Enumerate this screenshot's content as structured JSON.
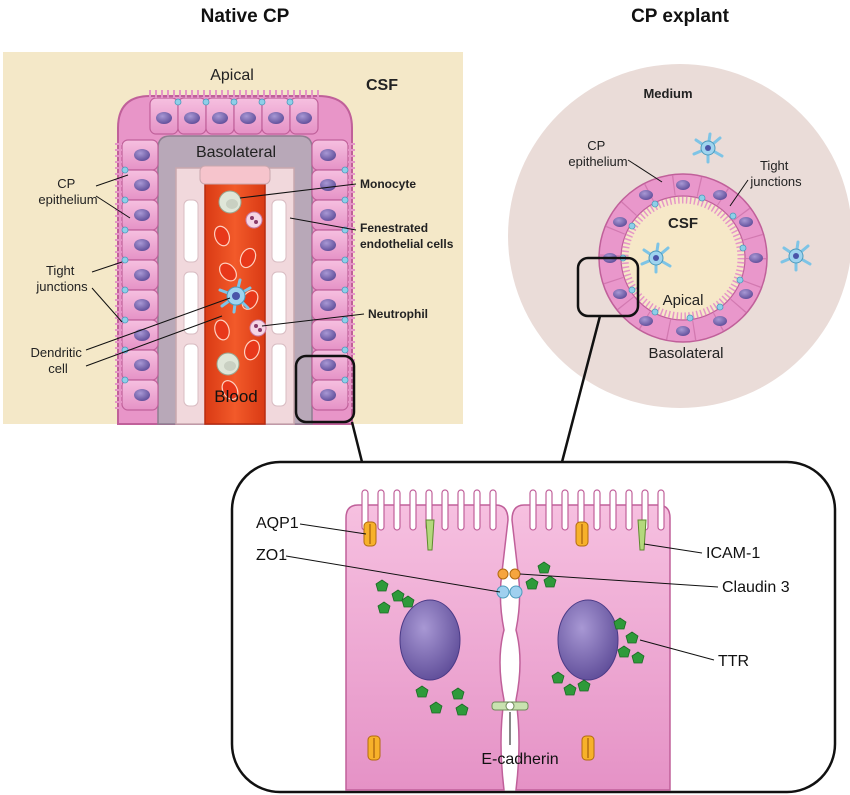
{
  "panels": {
    "native_title": "Native CP",
    "explant_title": "CP explant"
  },
  "native": {
    "apical": "Apical",
    "csf": "CSF",
    "basolateral": "Basolateral",
    "cp_epithelium": [
      "CP",
      "epithelium"
    ],
    "tight_junctions": [
      "Tight",
      "junctions"
    ],
    "dendritic_cell": [
      "Dendritic",
      "cell"
    ],
    "monocyte": "Monocyte",
    "fenestrated": [
      "Fenestrated",
      "endothelial cells"
    ],
    "neutrophil": "Neutrophil",
    "blood": "Blood"
  },
  "explant": {
    "medium": "Medium",
    "cp_epithelium": [
      "CP",
      "epithelium"
    ],
    "tight_junctions": [
      "Tight",
      "junctions"
    ],
    "csf": "CSF",
    "apical": "Apical",
    "basolateral": "Basolateral"
  },
  "detail": {
    "aqp1": "AQP1",
    "zo1": "ZO1",
    "icam1": "ICAM-1",
    "claudin3": "Claudin 3",
    "ttr": "TTR",
    "ecadherin": "E-cadherin"
  },
  "colors": {
    "csf_bg": "#f4e8c8",
    "cell_pink": "#f0a8d4",
    "cell_outline": "#c0609a",
    "nucleus": "#7e6bb0",
    "vessel": "#e8481e",
    "explant_circle": "#eadcd8",
    "ttr_green": "#2e9a3a"
  }
}
